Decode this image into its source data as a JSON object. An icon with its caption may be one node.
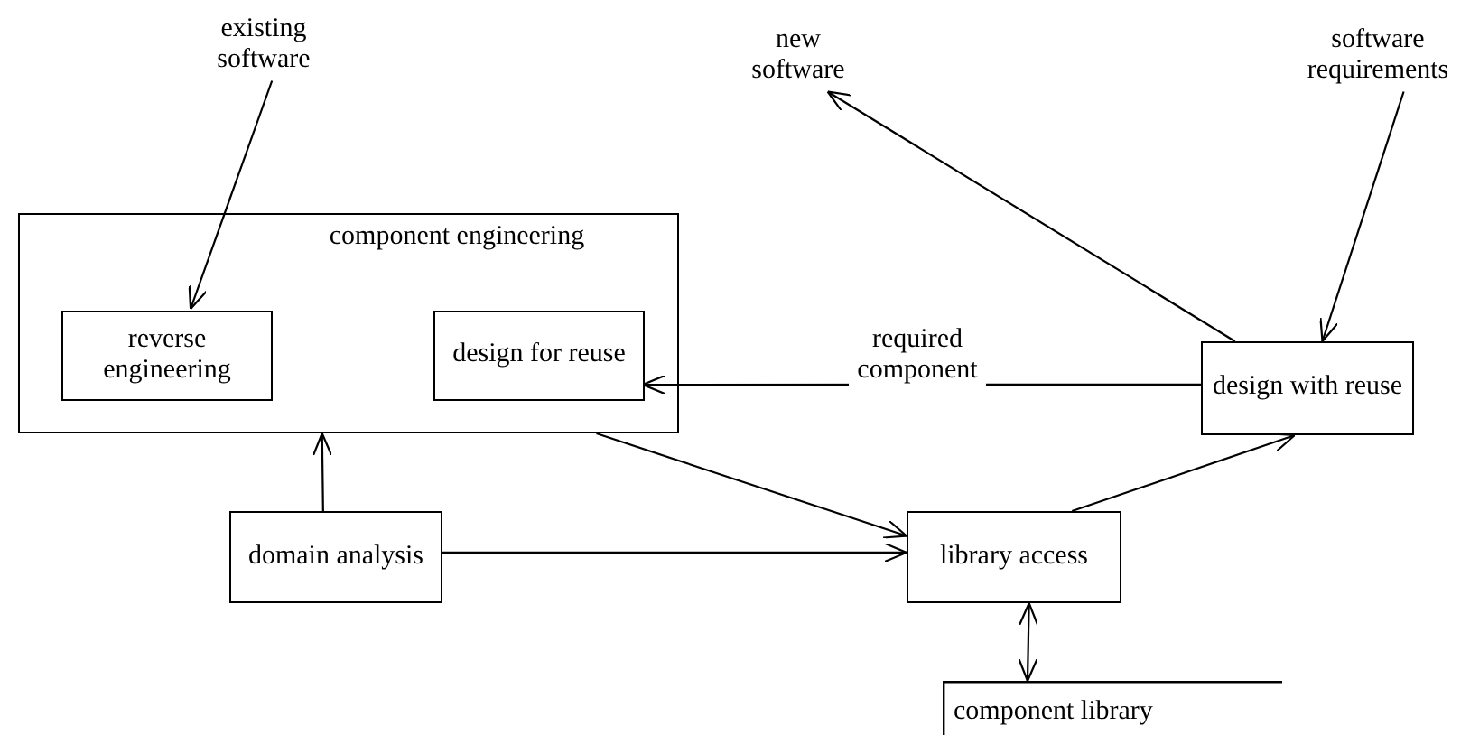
{
  "diagram": {
    "nodes": [
      {
        "text": [
          "existing software"
        ]
      },
      {
        "text": [
          "component engineering"
        ]
      },
      {
        "text": [
          "reverse engineering"
        ],
        "in": 1
      },
      {
        "text": [
          "design for reuse"
        ],
        "in": 1
      },
      {
        "text": [
          "new software"
        ]
      },
      {
        "text": [
          "software requirements"
        ]
      },
      {
        "text": [
          "design with reuse"
        ]
      },
      {
        "text": [
          "domain analysis"
        ]
      },
      {
        "text": [
          "library access"
        ]
      },
      {
        "text": [
          "component library"
        ]
      }
    ],
    "edges": [
      {
        "from": 0,
        "to": 2,
        "arrow": "to"
      },
      {
        "from": 6,
        "to": 4,
        "arrow": "to"
      },
      {
        "from": 5,
        "to": 6,
        "arrow": "to"
      },
      {
        "from": 6,
        "to": 3,
        "arrow": "to",
        "label": "required component"
      },
      {
        "from": 1,
        "to": 8,
        "arrow": "to"
      },
      {
        "from": 7,
        "to": 1,
        "arrow": "to"
      },
      {
        "from": 7,
        "to": 8,
        "arrow": "to"
      },
      {
        "from": 8,
        "to": 6,
        "arrow": "to"
      },
      {
        "from": 8,
        "to": 9,
        "arrow": "both"
      }
    ]
  }
}
